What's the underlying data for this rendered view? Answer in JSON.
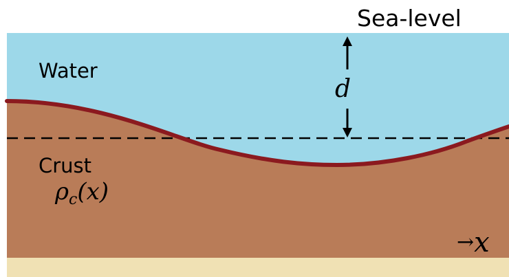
{
  "labels": {
    "sea_level": "Sea-level",
    "water": "Water",
    "crust": "Crust",
    "depth_symbol": "d",
    "density_rho": "ρ",
    "density_sub": "c",
    "density_arg": "(x)",
    "axis_arrow": "→",
    "axis_var": "x"
  },
  "colors": {
    "water": "#9dd8e9",
    "crust": "#b97c58",
    "interface": "#8b1a1f",
    "bedrock": "#f0e1b4",
    "reference_line": "#000000"
  }
}
